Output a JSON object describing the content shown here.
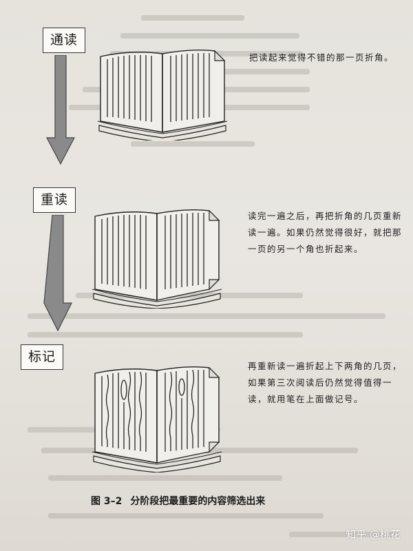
{
  "stages": [
    {
      "label": "通读",
      "description": "把读起来觉得不错的那一页折角。"
    },
    {
      "label": "重读",
      "description": "读完一遍之后，再把折角的几页重新读一遍。如果仍然觉得很好，就把那一页的另一个角也折起来。"
    },
    {
      "label": "标记",
      "description": "再重新读一遍折起上下两角的几页，如果第三次阅读后仍然觉得值得一读，就用笔在上面做记号。"
    }
  ],
  "caption": {
    "number": "图 3–2",
    "title": "分阶段把最重要的内容筛选出来"
  },
  "watermark": "知乎 @桃花",
  "colors": {
    "arrow_fill": "#8a8a8a",
    "arrow_stroke": "#444444",
    "page": "#e8e5df",
    "ink": "#222222"
  }
}
